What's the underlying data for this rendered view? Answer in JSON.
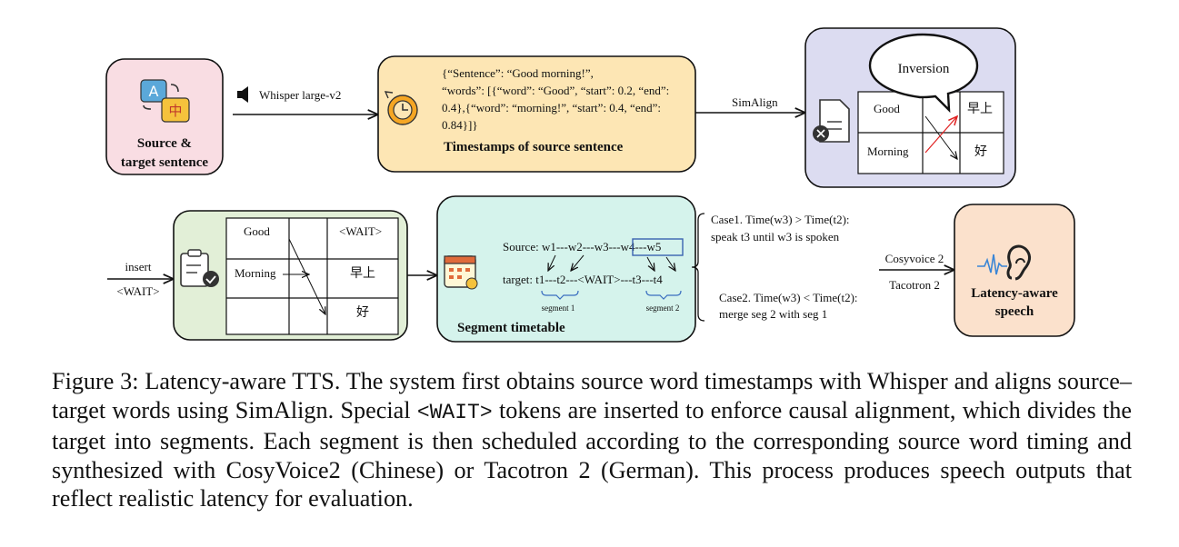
{
  "boxes": {
    "source": {
      "line1": "Source &",
      "line2": "target sentence",
      "fill": "#f9dde3"
    },
    "timestamps": {
      "json_line1": "{“Sentence”: “Good morning!”,",
      "json_line2": "“words”: [{“word”: “Good”, “start”: 0.2, “end”:",
      "json_line3": "0.4},{“word”: “morning!”, “start”: 0.4, “end”:",
      "json_line4": "0.84}]}",
      "caption": "Timestamps of source sentence",
      "fill": "#fde6b4"
    },
    "inversion": {
      "bubble": "Inversion",
      "cells": [
        "Good",
        "Morning",
        "早上",
        "好"
      ],
      "fill": "#dcdcf1"
    },
    "wait_table": {
      "cells": [
        "Good",
        "<WAIT>",
        "Morning",
        "早上",
        "好"
      ],
      "fill": "#e2efd7"
    },
    "segment": {
      "source_line": "Source: w1---w2---w3---w4---w5",
      "target_line": "target: t1---t2---<WAIT>---t3---t4",
      "seg1": "segment 1",
      "seg2": "segment 2",
      "case1_line1": "Case1. Time(w3) > Time(t2):",
      "case1_line2": "speak t3 until w3 is spoken",
      "case2_line1": "Case2. Time(w3) < Time(t2):",
      "case2_line2": "merge seg 2 with seg 1",
      "caption": "Segment timetable",
      "fill": "#d5f3ec"
    },
    "speech": {
      "line1": "Latency-aware",
      "line2": "speech",
      "fill": "#fbe1cc"
    }
  },
  "arrows": {
    "whisper": "Whisper large-v2",
    "simalign": "SimAlign",
    "insert": "insert",
    "wait": "<WAIT>",
    "cosyvoice": "Cosyvoice 2",
    "tacotron": "Tacotron 2"
  },
  "caption": {
    "part1": "Figure 3: Latency-aware TTS. The system first obtains source word timestamps with Whisper and aligns source–target words using SimAlign. Special ",
    "token": "<WAIT>",
    "part2": " tokens are inserted to enforce causal alignment, which divides the target into segments. Each segment is then scheduled according to the corresponding source word timing and synthesized with CosyVoice2 (Chinese) or Tacotron 2 (German). This process produces speech outputs that reflect realistic latency for evaluation."
  },
  "colors": {
    "highlight_box": "#3a62b0",
    "bracket": "#3a6ec0",
    "alignment_red": "#e02020",
    "sound_wave": "#3a86d6"
  }
}
